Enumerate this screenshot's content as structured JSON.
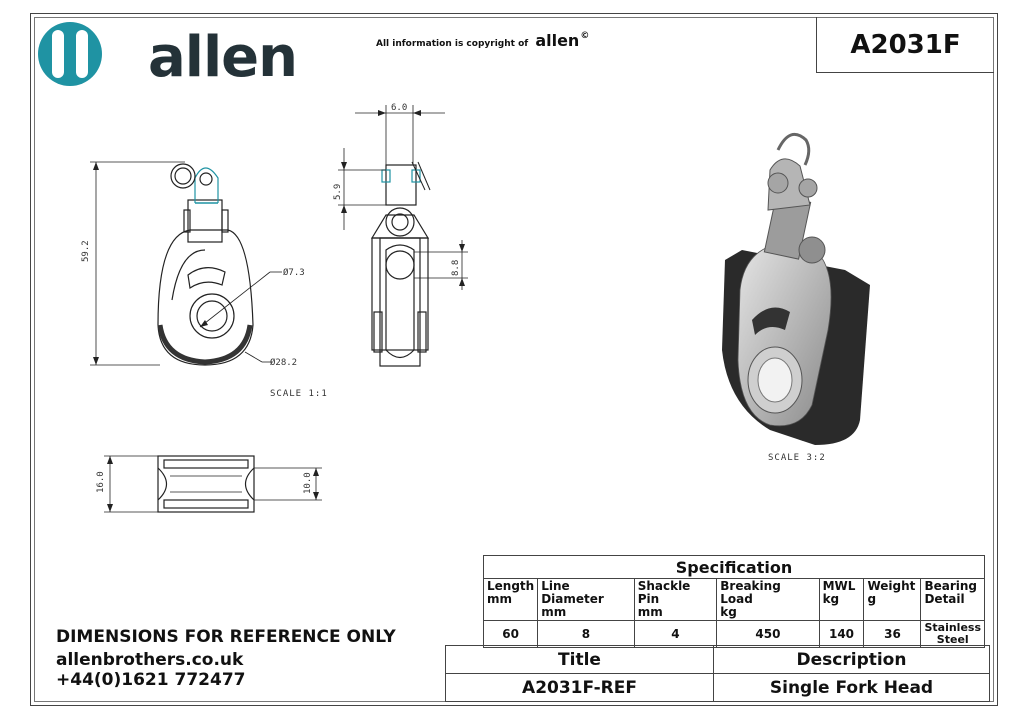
{
  "header": {
    "logo_word": "allen",
    "copyright_text": "All information is copyright of",
    "copyright_brand": "allen",
    "copyright_symbol": "©",
    "part_number": "A2031F"
  },
  "colors": {
    "brand_teal": "#1f93a3",
    "brand_dark": "#243238"
  },
  "drawing": {
    "dims": {
      "height": "59.2",
      "hole_diameter": "Ø7.3",
      "sheave_diameter": "Ø28.2",
      "width_top": "6.0",
      "shackle_height": "5.9",
      "head_height": "8.8",
      "sheave_width": "16.0",
      "groove_width": "10.0"
    },
    "scale_front": "SCALE  1:1",
    "scale_iso": "SCALE  3:2"
  },
  "spec": {
    "title": "Specification",
    "headers": [
      {
        "line1": "Length",
        "line2": "mm"
      },
      {
        "line1": "Line Diameter",
        "line2": "mm"
      },
      {
        "line1": "Shackle Pin",
        "line2": "mm"
      },
      {
        "line1": "Breaking Load",
        "line2": "kg"
      },
      {
        "line1": "MWL",
        "line2": "kg"
      },
      {
        "line1": "Weight",
        "line2": "g"
      },
      {
        "line1": "Bearing",
        "line2": "Detail"
      }
    ],
    "values": [
      "60",
      "8",
      "4",
      "450",
      "140",
      "36"
    ],
    "bearing_value_line1": "Stainless",
    "bearing_value_line2": "Steel"
  },
  "title_block": {
    "title_label": "Title",
    "description_label": "Description",
    "title_value": "A2031F-REF",
    "description_value": "Single Fork Head"
  },
  "footer": {
    "disclaimer": "DIMENSIONS FOR REFERENCE ONLY",
    "website": "allenbrothers.co.uk",
    "phone": "+44(0)1621 772477"
  }
}
